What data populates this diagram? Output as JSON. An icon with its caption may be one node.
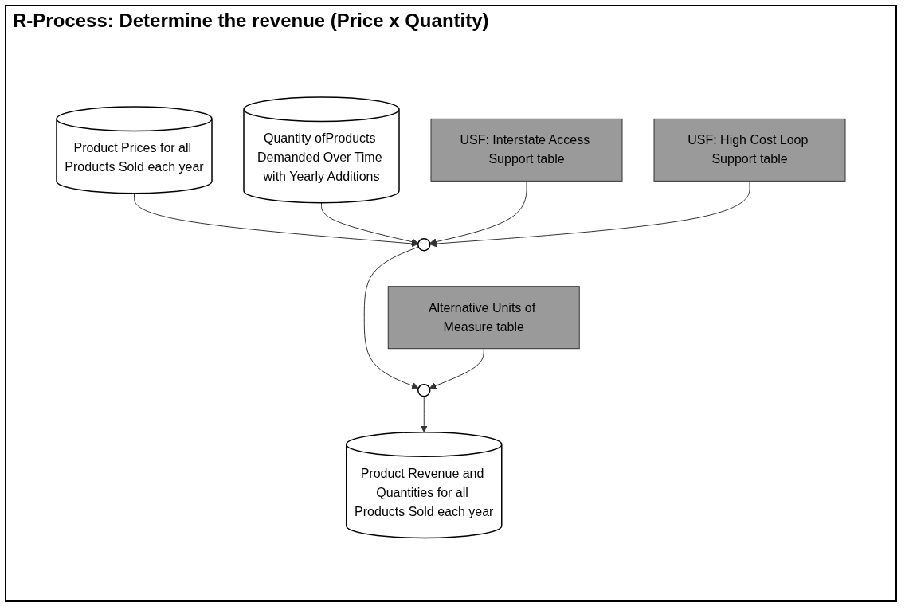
{
  "diagram": {
    "title": "R-Process: Determine the revenue (Price x Quantity)",
    "nodes": [
      {
        "text": [
          "Product Prices for all Products Sold each year"
        ]
      },
      {
        "text": [
          "Quantity ofProducts Demanded Over Time with Yearly Additions"
        ]
      },
      {
        "text": [
          "USF: Interstate Access Support table"
        ]
      },
      {
        "text": [],
        "shape": "circle"
      },
      {
        "text": [
          "USF: High Cost Loop Support table"
        ]
      },
      {
        "text": [
          "Alternative Units of Measure table"
        ]
      },
      {
        "text": [],
        "shape": "circle"
      },
      {
        "text": [
          "Product Revenue and Quantities for all Products Sold each year"
        ]
      }
    ],
    "edges": [
      {
        "from": 0,
        "to": 3,
        "arrow": "to"
      },
      {
        "from": 1,
        "to": 3,
        "arrow": "to"
      },
      {
        "from": 2,
        "to": 3,
        "arrow": "to"
      },
      {
        "from": 4,
        "to": 3,
        "arrow": "to"
      },
      {
        "from": 3,
        "to": 6,
        "arrow": "to"
      },
      {
        "from": 5,
        "to": 6,
        "arrow": "to"
      },
      {
        "from": 6,
        "to": 7,
        "arrow": "to"
      }
    ]
  }
}
